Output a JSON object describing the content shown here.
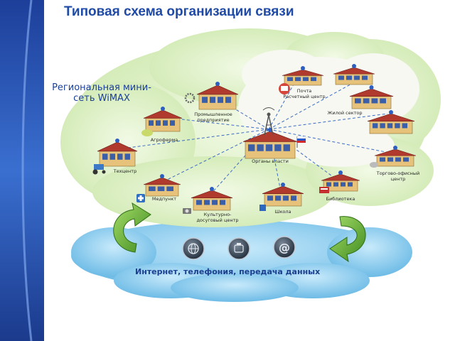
{
  "title": "Типовая схема организации связи",
  "region_label": "Региональная мини-сеть WiMAX",
  "bottom_label": "Интернет, телефония, передача данных",
  "nodes": {
    "hub": "Органы власти",
    "post": "Почта\nРасчетный центр",
    "housing": "Жилой сектор",
    "industry": "Промышленное\nпредприятие",
    "farm": "Агроферма",
    "tech": "Техцентр",
    "trade": "Торгово-офисный\nцентр",
    "library": "Библиотека",
    "school": "Школа",
    "culture": "Культурно-\nдосуговый центр",
    "medical": "Медпункт"
  },
  "icons": [
    "globe-icon",
    "phone-icon",
    "at-sign-icon"
  ],
  "colors": {
    "sidebar": "#1f4aa6",
    "title": "#1f4aa6",
    "green_cloud": "#dff1c8",
    "white_cloud": "#f4f7ee",
    "blue_cloud": "#8ccdef",
    "link_line": "#3d6cc4",
    "arrow": "#5ea832",
    "roof": "#b03a2e",
    "wall": "#e6c27a"
  }
}
